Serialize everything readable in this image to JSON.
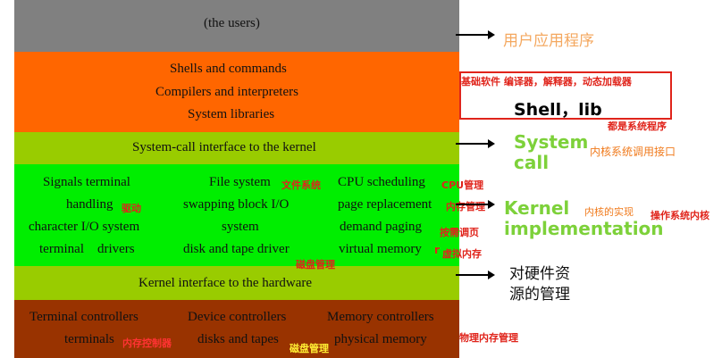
{
  "layers": {
    "users": "(the users)",
    "shells": [
      "Shells and commands",
      "Compilers and interpreters",
      "System libraries"
    ],
    "syscall": "System-call interface to the kernel",
    "kernel": {
      "col1": [
        "Signals terminal",
        "handling",
        "character I/O system",
        "terminal    drivers"
      ],
      "col2": [
        "File system",
        "swapping block I/O",
        "system",
        "disk and tape driver"
      ],
      "col3": [
        "CPU scheduling",
        "page replacement",
        "demand paging",
        "virtual memory"
      ]
    },
    "hw_interface": "Kernel interface to the hardware",
    "hardware": {
      "row1": [
        "Terminal controllers",
        "Device controllers",
        "Memory controllers"
      ],
      "row2": [
        "terminals",
        "disks and tapes",
        "physical memory"
      ]
    }
  },
  "annotations": {
    "user_apps": "用户应用程序",
    "base_software": "基础软件  编译器，解释器，动态加载器",
    "shell_lib": "Shell，lib",
    "system_programs": "都是系统程序",
    "system_call_en": [
      "System",
      "call"
    ],
    "system_call_cn": "内核系统调用接口",
    "kernel_impl_en": [
      "Kernel",
      "implementation"
    ],
    "kernel_impl_cn": "内核的实现",
    "os_kernel": "操作系统内核",
    "hw_mgmt": [
      "对硬件资",
      "源的管理"
    ],
    "fs": "文件系统",
    "cpu_mgmt": "CPU管理",
    "driver": "驱动",
    "mem_mgmt": "内存管理",
    "demand_paging": "按需调页",
    "virtual_mem": "虚拟内存",
    "disk_mgmt": "磁盘管理",
    "mem_ctrl": "内存控制器",
    "disk_mgmt2": "磁盘管理",
    "phys_mem_mgmt": "物理内存管理",
    "r_suffix": "r"
  },
  "colors": {
    "users": "#808080",
    "shells": "#ff6600",
    "syscall": "#99cc00",
    "kernel": "#00ee00",
    "hw_interface": "#99cc00",
    "hardware": "#993300",
    "annotation_red": "#e0241b",
    "annotation_green": "#7dd13a"
  }
}
